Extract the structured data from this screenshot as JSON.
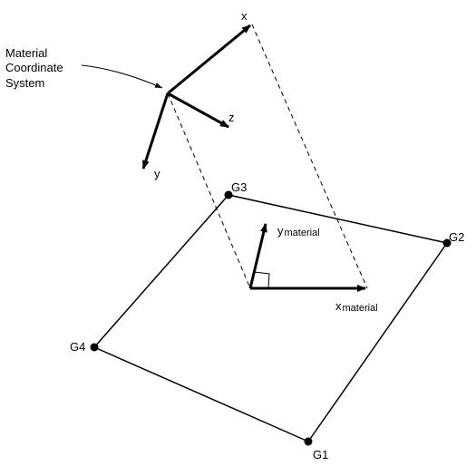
{
  "callout": {
    "line1": "Material",
    "line2": "Coordinate",
    "line3": "System"
  },
  "axes": {
    "x": "x",
    "y": "y",
    "z": "z"
  },
  "material_axes": {
    "x_prefix": "x",
    "x_sub": "material",
    "y_prefix": "y",
    "y_sub": "material"
  },
  "grid_points": {
    "g1": "G1",
    "g2": "G2",
    "g3": "G3",
    "g4": "G4"
  },
  "colors": {
    "line": "#000000",
    "background": "#ffffff"
  }
}
